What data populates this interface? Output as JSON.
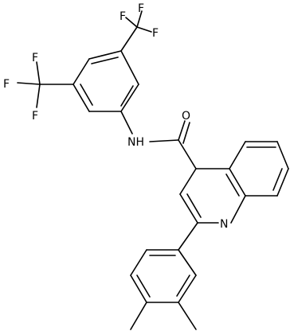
{
  "diagram": {
    "atom_labels": {
      "f_top_1": "F",
      "f_top_2": "F",
      "f_top_3": "F",
      "f_left_1": "F",
      "f_left_2": "F",
      "f_left_3": "F",
      "amide_n": "NH",
      "carbonyl_o": "O",
      "ring_n": "N"
    },
    "colors": {
      "ink": "#000000",
      "background": "#ffffff"
    }
  }
}
